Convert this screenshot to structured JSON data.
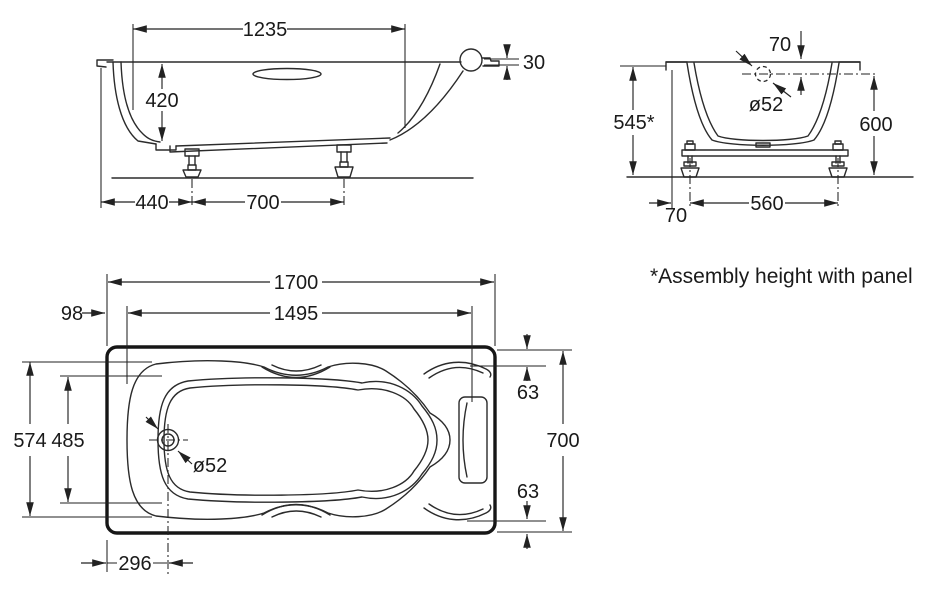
{
  "drawing": {
    "footnote": "*Assembly height with panel",
    "side_view": {
      "inner_length": "1235",
      "depth": "420",
      "rim_thickness": "30",
      "end_to_foot": "440",
      "foot_spacing": "700"
    },
    "end_view": {
      "overflow_from_rim": "70",
      "overflow_diameter": "ø52",
      "assembly_height": "545*",
      "overall_height": "600",
      "edge_to_foot": "70",
      "foot_spacing": "560"
    },
    "plan_view": {
      "overall_length": "1700",
      "end_inset": "98",
      "inner_length": "1495",
      "outer_inner_width": "574",
      "basin_width": "485",
      "drain_diameter": "ø52",
      "drain_from_end": "296",
      "rim_inset_top": "63",
      "overall_width": "700",
      "rim_inset_bottom": "63"
    }
  }
}
